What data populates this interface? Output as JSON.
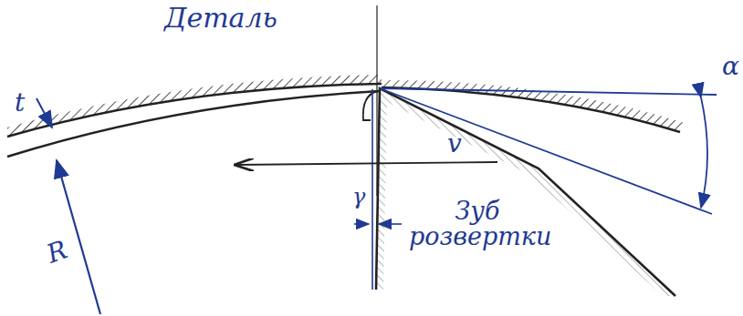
{
  "diagram": {
    "labels": [
      "Деталь",
      "t",
      "v",
      "γ",
      "α",
      "R",
      "Зуб розвертки"
    ]
  }
}
